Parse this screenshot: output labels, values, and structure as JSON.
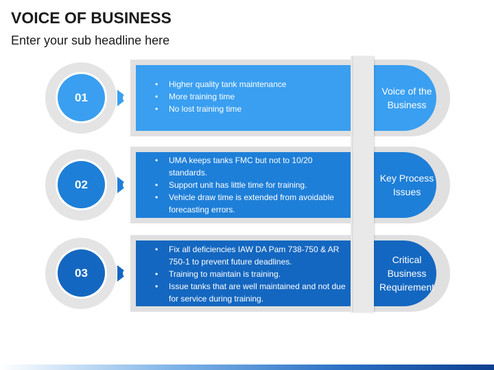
{
  "header": {
    "title": "VOICE OF BUSINESS",
    "subtitle": "Enter your sub headline here"
  },
  "colors": {
    "row1": "#3a9ff0",
    "row2": "#1e7fd8",
    "row3": "#1467c0",
    "band": "#e0e0e0",
    "divider": "#e9e9e9"
  },
  "rows": [
    {
      "number": "01",
      "bullets": [
        "Higher quality tank maintenance",
        "More training time",
        "No lost training time"
      ],
      "label": "Voice of the Business"
    },
    {
      "number": "02",
      "bullets": [
        "UMA keeps tanks FMC but not to 10/20 standards.",
        "Support unit has little time for training.",
        "Vehicle draw time is extended from avoidable forecasting errors."
      ],
      "label": "Key Process Issues"
    },
    {
      "number": "03",
      "bullets": [
        "Fix all deficiencies IAW DA Pam 738-750 & AR 750-1 to prevent future deadlines.",
        "Training to maintain is training.",
        "Issue tanks that are well maintained and not due for service during training."
      ],
      "label": "Critical Business Requirement"
    }
  ]
}
